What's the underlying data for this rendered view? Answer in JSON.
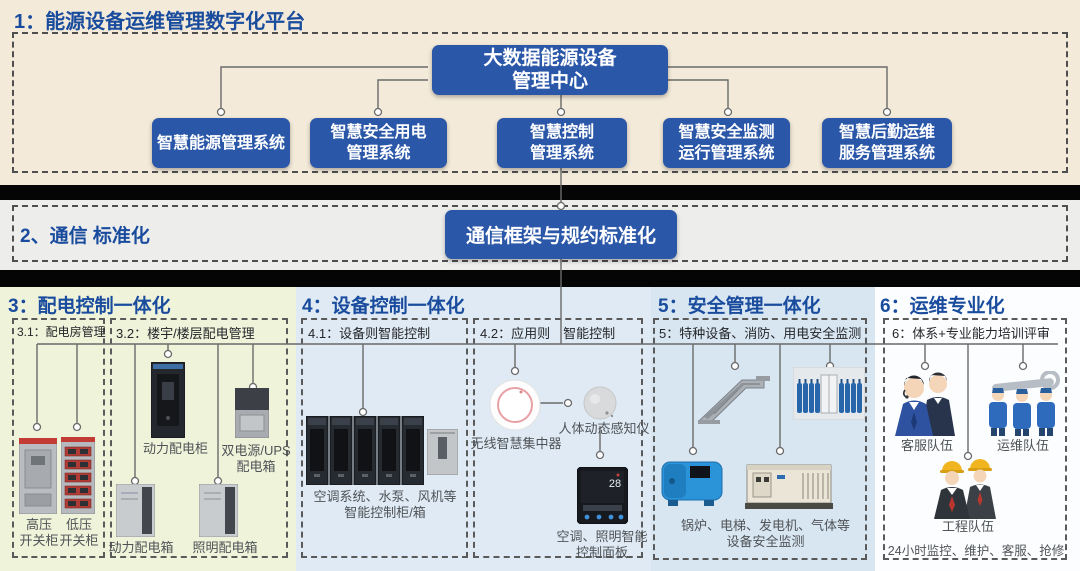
{
  "colors": {
    "accent_blue": "#2b57a8",
    "title_blue": "#1a4c9e",
    "top_beige": "#f3ead9",
    "panel_gray": "#ededeb",
    "panel_green": "#eff3da",
    "panel_blue_4": "#dfeaf4",
    "panel_blue_5": "#d8e6f2",
    "panel_white": "#fcfdfe",
    "band_black": "#050505"
  },
  "section1": {
    "title": "1：能源设备运维管理数字化平台",
    "center_box": {
      "line1": "大数据能源设备",
      "line2": "管理中心"
    },
    "systems": [
      {
        "line1": "智慧能源管理系统",
        "line2": ""
      },
      {
        "line1": "智慧安全用电",
        "line2": "管理系统"
      },
      {
        "line1": "智慧控制",
        "line2": "管理系统"
      },
      {
        "line1": "智慧安全监测",
        "line2": "运行管理系统"
      },
      {
        "line1": "智慧后勤运维",
        "line2": "服务管理系统"
      }
    ]
  },
  "section2": {
    "title": "2、通信 标准化",
    "box_label": "通信框架与规约标准化"
  },
  "section3": {
    "title": "3：配电控制一体化",
    "sub1": {
      "title": "3.1：配电房管理",
      "hv_line1": "高压",
      "hv_line2": "开关柜",
      "lv_line1": "低压",
      "lv_line2": "开关柜"
    },
    "sub2": {
      "title": "3.2：楼宇/楼层配电管理",
      "power_cabinet": "动力配电柜",
      "ups_line1": "双电源/UPS",
      "ups_line2": "配电箱",
      "power_box": "动力配电箱",
      "lighting_box": "照明配电箱"
    }
  },
  "section4": {
    "title": "4：设备控制一体化",
    "sub1": {
      "title": "4.1：设备则智能控制",
      "caption_line1": "空调系统、水泵、风机等",
      "caption_line2": "智能控制柜/箱"
    },
    "sub2": {
      "title": "4.2：应用则　智能控制",
      "concentrator_label": "无线智慧集中器",
      "sensor_label": "人体动态感知仪",
      "thermostat_reading": "28",
      "panel_line1": "空调、照明智能",
      "panel_line2": "控制面板"
    }
  },
  "section5": {
    "title": "5：安全管理一体化",
    "sub": {
      "title": "5：特种设备、消防、用电安全监测",
      "caption_line1": "锅炉、电梯、发电机、气体等",
      "caption_line2": "设备安全监测"
    }
  },
  "section6": {
    "title": "6：运维专业化",
    "sub": {
      "title": "6：体系+专业能力培训评审",
      "team_cs": "客服队伍",
      "team_ops": "运维队伍",
      "team_eng": "工程队伍",
      "footer": "24小时监控、维护、客服、抢修"
    }
  }
}
